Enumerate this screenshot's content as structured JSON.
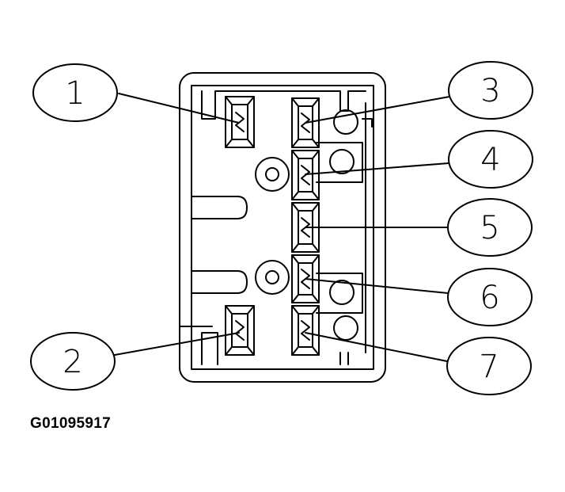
{
  "figure": {
    "id_code": "G01095917"
  },
  "callouts": {
    "c1": "1",
    "c2": "2",
    "c3": "3",
    "c4": "4",
    "c5": "5",
    "c6": "6",
    "c7": "7"
  },
  "colors": {
    "ink": "#000000",
    "paper": "#ffffff"
  }
}
